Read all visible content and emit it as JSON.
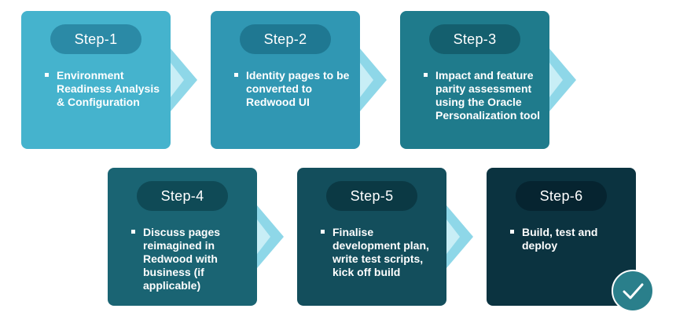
{
  "steps": [
    {
      "label": "Step-1",
      "text": "Environment Readiness Analysis & Configuration",
      "card_color": "#45b3cd",
      "pill_color": "#2b8aa6"
    },
    {
      "label": "Step-2",
      "text": "Identity pages to be converted to Redwood UI",
      "card_color": "#3097b3",
      "pill_color": "#1f7892"
    },
    {
      "label": "Step-3",
      "text": "Impact and feature parity assessment using the Oracle Personalization tool",
      "card_color": "#1f7b8c",
      "pill_color": "#145f6e"
    },
    {
      "label": "Step-4",
      "text": "Discuss pages reimagined in Redwood with business (if applicable)",
      "card_color": "#1a6473",
      "pill_color": "#0f4a56"
    },
    {
      "label": "Step-5",
      "text": "Finalise development plan, write test scripts, kick off build",
      "card_color": "#134e5c",
      "pill_color": "#0b3944"
    },
    {
      "label": "Step-6",
      "text": "Build, test and deploy",
      "card_color": "#0b3340",
      "pill_color": "#062430"
    }
  ],
  "connector_color": "#8ed7e8",
  "check_icon": "checkmark-icon"
}
